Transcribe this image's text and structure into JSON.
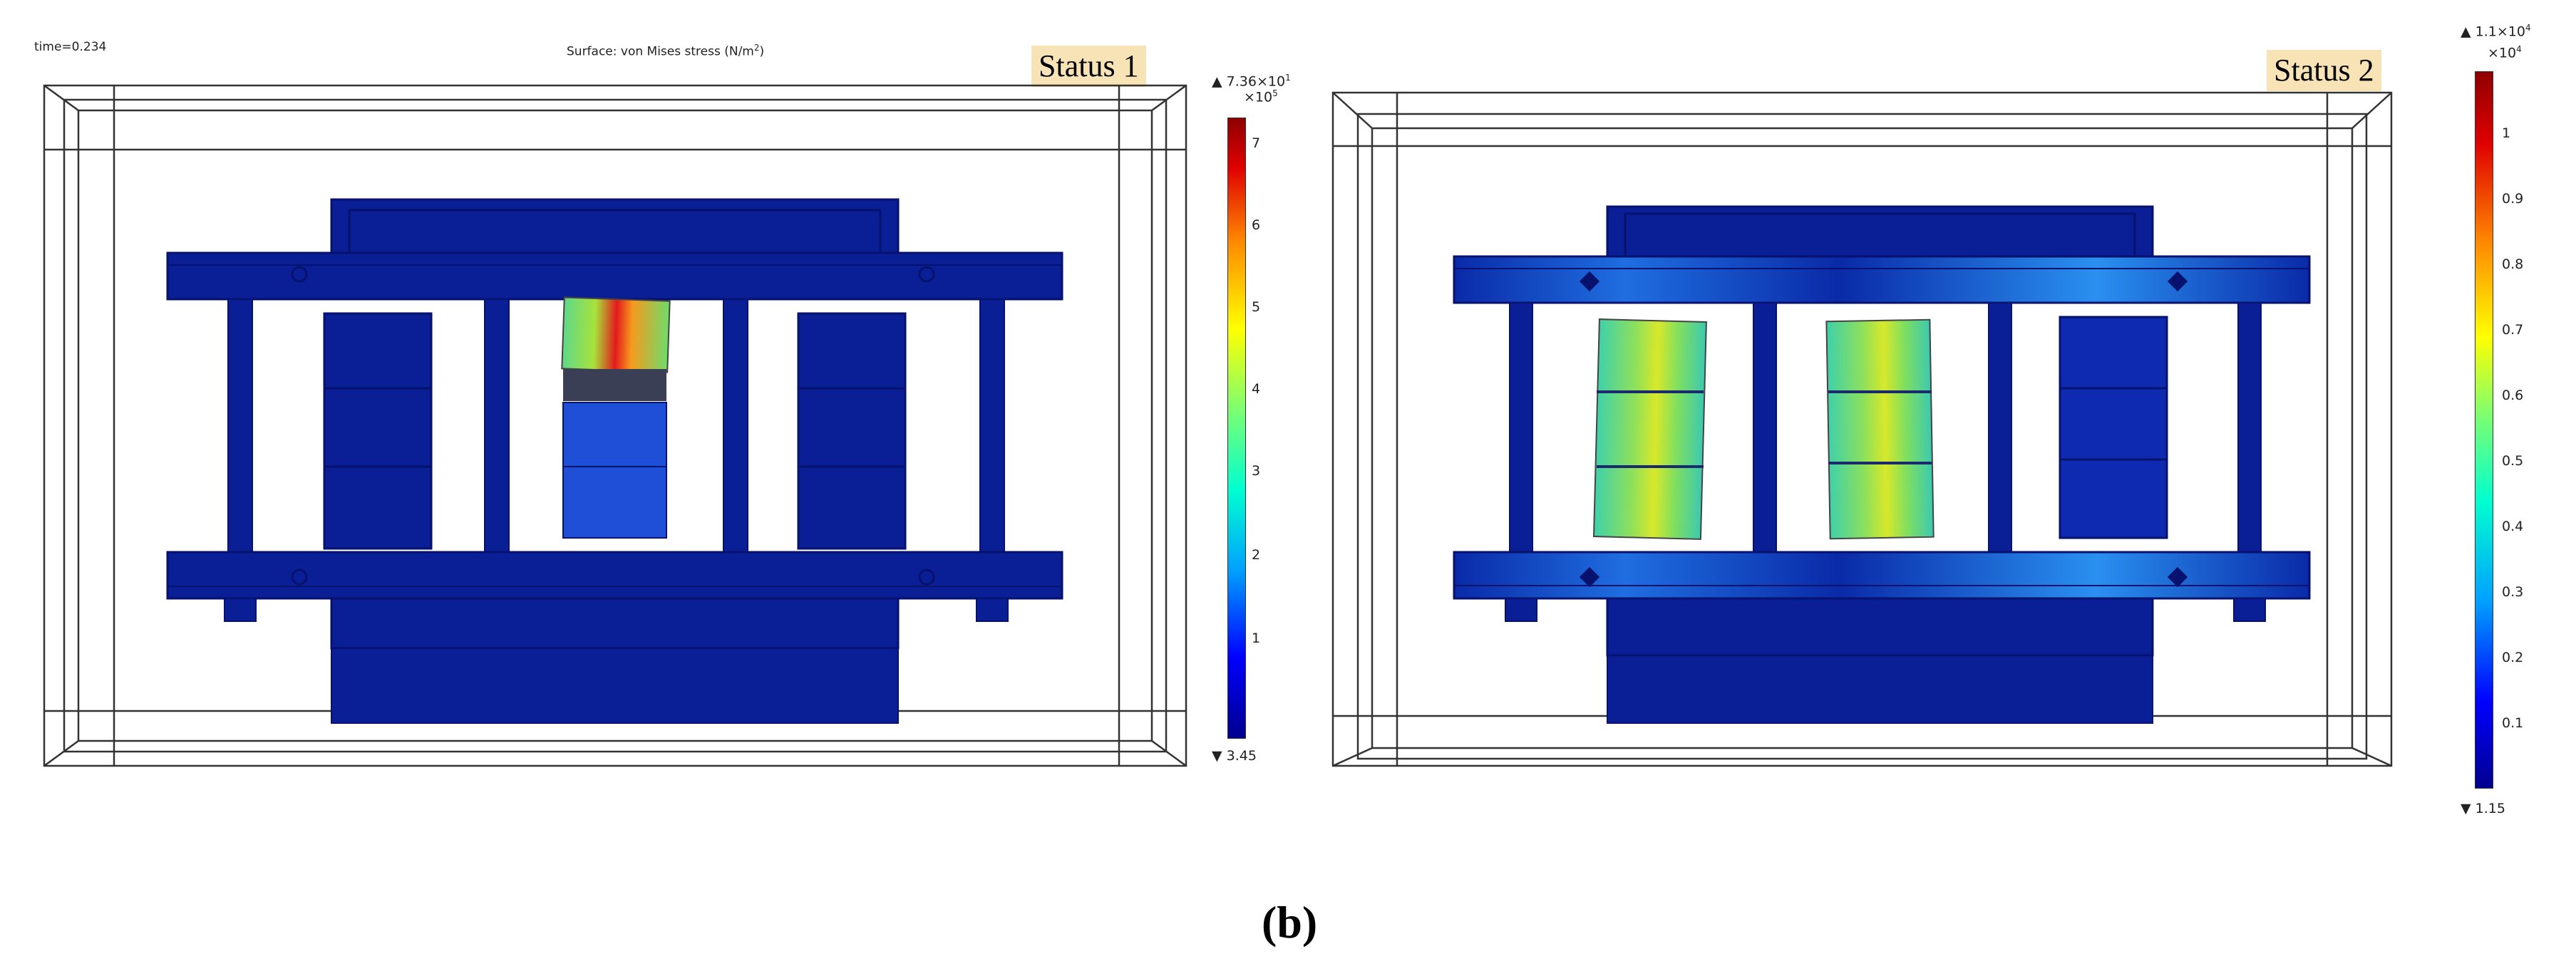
{
  "panel1": {
    "time_label": "time=0.234",
    "surface_label": "Surface: von Mises stress (N/m",
    "surface_label_sup": "2",
    "surface_label_end": ")",
    "status": "Status 1",
    "colorbar": {
      "max_label": "▲ 7.36×10",
      "max_label_exp": "1",
      "multiplier": "×10",
      "multiplier_exp": "5",
      "min_label": "▼ 3.45",
      "ticks": [
        "7",
        "6",
        "5",
        "4",
        "3",
        "2",
        "1"
      ]
    }
  },
  "panel2": {
    "status": "Status 2",
    "colorbar": {
      "max_label": "▲ 1.1×10",
      "max_label_exp": "4",
      "multiplier": "×10",
      "multiplier_exp": "4",
      "min_label": "▼ 1.15",
      "ticks": [
        "1",
        "0.9",
        "0.8",
        "0.7",
        "0.6",
        "0.5",
        "0.4",
        "0.3",
        "0.2",
        "0.1"
      ]
    }
  },
  "caption": "(b)",
  "colors": {
    "structure_blue": "#0a1e96",
    "frame_dark": "#06126e",
    "high_stress": "#e31a1c",
    "mid_stress": "#7dd94a",
    "low_stress": "#1f4fd6"
  }
}
